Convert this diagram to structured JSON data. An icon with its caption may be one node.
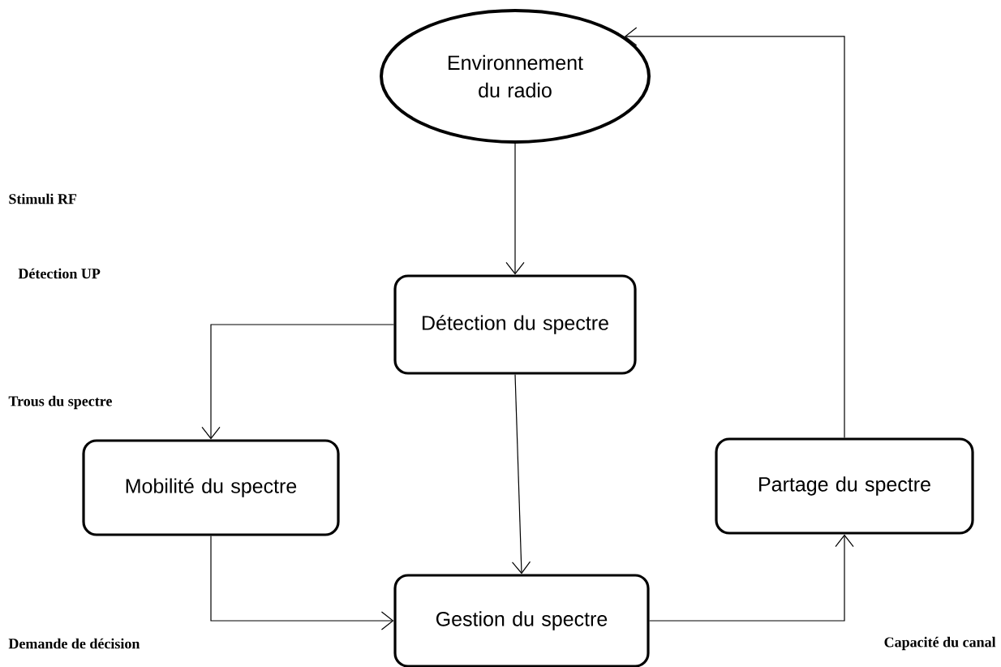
{
  "diagram": {
    "nodes": [
      {
        "text": [
          "Environnement du radio"
        ]
      },
      {
        "text": [
          "Détection du spectre"
        ]
      },
      {
        "text": [
          "Mobilité du spectre"
        ]
      },
      {
        "text": [
          "Partage du spectre"
        ]
      },
      {
        "text": [
          "Gestion du spectre"
        ]
      }
    ],
    "edges": [
      {
        "from": 0,
        "to": 1,
        "arrow": "to"
      },
      {
        "from": 1,
        "to": 2,
        "arrow": "to"
      },
      {
        "from": 1,
        "to": 4,
        "arrow": "to"
      },
      {
        "from": 2,
        "to": 4,
        "arrow": "to"
      },
      {
        "from": 4,
        "to": 3,
        "arrow": "to"
      },
      {
        "from": 3,
        "to": 0,
        "arrow": "to"
      }
    ],
    "labels": [
      "Stimuli RF",
      "Détection UP",
      "Trous du spectre",
      "Demande de décision",
      "Capacité du canal"
    ]
  }
}
